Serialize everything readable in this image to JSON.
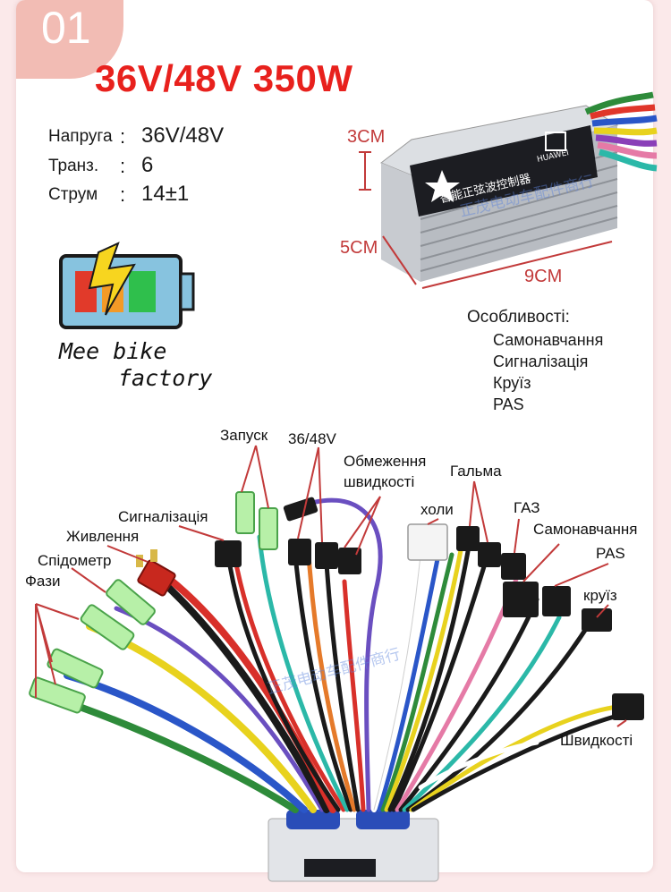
{
  "badge": {
    "number": "01"
  },
  "title": "36V/48V 350W",
  "specs": [
    {
      "label": "Напруга",
      "value": "36V/48V"
    },
    {
      "label": "Транз.",
      "value": "6"
    },
    {
      "label": "Струм",
      "value": "14±1"
    }
  ],
  "separator": ":",
  "dimensions": {
    "height": "3CM",
    "depth": "5CM",
    "width": "9CM"
  },
  "product_label": {
    "text": "智能正弦波控制器",
    "brand": "HUAWEI",
    "watermark": "正茂电动车配件商行"
  },
  "logo": {
    "line1": "Mee bike",
    "line2": "factory"
  },
  "features": {
    "heading": "Особливості:",
    "items": [
      "Самонавчання",
      "Сигналізація",
      "Круїз",
      "PAS"
    ]
  },
  "wire_labels": {
    "start": "Запуск",
    "voltage": "36/48V",
    "speed_limit_1": "Обмеження",
    "speed_limit_2": "швидкості",
    "brakes": "Гальма",
    "hall": "холи",
    "throttle": "ГАЗ",
    "self_learning": "Самонавчання",
    "pas": "PAS",
    "cruise": "круїз",
    "alarm": "Сигналізація",
    "power": "Живлення",
    "speedometer": "Спідометр",
    "phases": "Фази",
    "speed": "Швидкості"
  },
  "colors": {
    "accent": "#e8211d",
    "badge": "#f2bcb4",
    "pointer": "#c23a3a"
  }
}
